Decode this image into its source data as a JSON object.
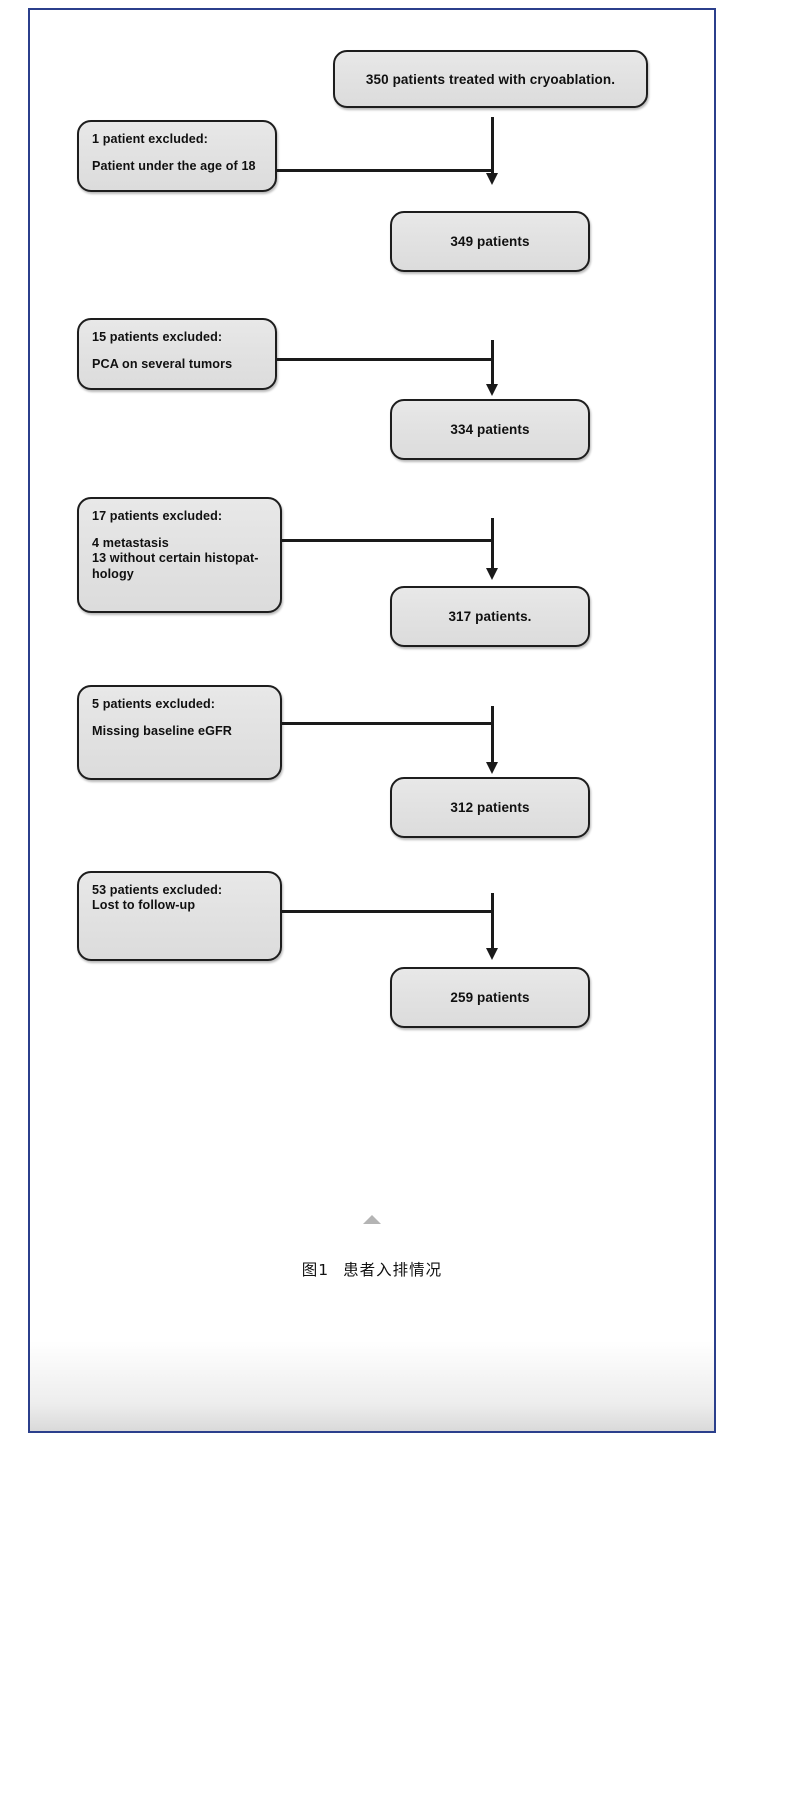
{
  "figure": {
    "caption_number": "图1",
    "caption_text": "患者入排情况",
    "frame_color": "#2b3f8c",
    "box_fill": "#e2e2e2",
    "box_border": "#1d1d1d"
  },
  "flow": {
    "title_box": {
      "label": "350 patients treated with cryoablation."
    },
    "result_boxes": [
      {
        "label": "349 patients"
      },
      {
        "label": "334 patients"
      },
      {
        "label": "317 patients."
      },
      {
        "label": "312 patients"
      },
      {
        "label": "259 patients"
      }
    ],
    "exclusion_boxes": [
      {
        "lines": [
          "1 patient excluded:",
          "Patient under the age of 18"
        ]
      },
      {
        "lines": [
          "15 patients excluded:",
          "PCA on several tumors"
        ]
      },
      {
        "lines": [
          "17 patients excluded:",
          "4 metastasis",
          "13 without certain histopat-",
          "hology"
        ]
      },
      {
        "lines": [
          "5 patients excluded:",
          "Missing baseline eGFR"
        ]
      },
      {
        "lines": [
          "53 patients excluded:",
          "Lost to follow-up"
        ]
      }
    ]
  }
}
